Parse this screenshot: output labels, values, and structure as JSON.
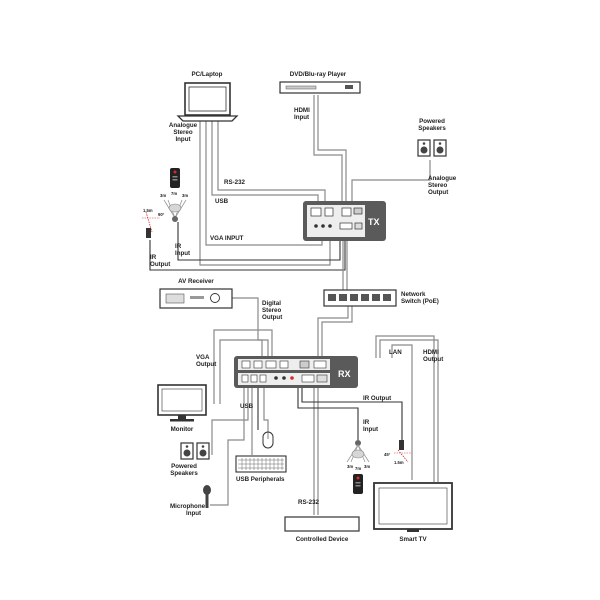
{
  "devices": {
    "pc_laptop": "PC/Laptop",
    "dvd_player": "DVD/Blu-ray Player",
    "powered_speakers_top": "Powered Speakers",
    "tx_unit": "TX",
    "network_switch": "Network Switch (PoE)",
    "av_receiver": "AV Receiver",
    "rx_unit": "RX",
    "monitor": "Monitor",
    "powered_speakers_bottom": "Powered Speakers",
    "usb_peripherals": "USB Peripherals",
    "controlled_device": "Controlled Device",
    "smart_tv": "Smart TV"
  },
  "labels": {
    "analogue_stereo_input": "Analogue Stereo Input",
    "hdmi_input": "HDMI Input",
    "rs232_top": "RS-232",
    "usb_top": "USB",
    "vga_input": "VGA INPUT",
    "ir_input_top": "IR Input",
    "ir_output_top": "IR Output",
    "analogue_stereo_output": "Analogue Stereo Output",
    "digital_stereo_output": "Digital Stereo Output",
    "vga_output": "VGA Output",
    "lan": "LAN",
    "hdmi_output": "HDMI Output",
    "usb_bottom": "USB",
    "ir_output_bottom": "IR Output",
    "ir_input_bottom": "IR Input",
    "microphone_input": "Microphone Input",
    "rs232_bottom": "RS-232"
  },
  "distances": {
    "rx_top": [
      "3m",
      "7m",
      "3m"
    ],
    "ir_top_len": "1.5m",
    "ir_top_angle": "90°",
    "rx_bottom": [
      "3m",
      "7m",
      "3m"
    ],
    "ir_bottom_len": "1.5m",
    "ir_bottom_angle": "45°"
  },
  "colors": {
    "unit_body": "#5a5a5a",
    "cable": "#8a8a8a",
    "accent_red": "#d42b2b"
  }
}
